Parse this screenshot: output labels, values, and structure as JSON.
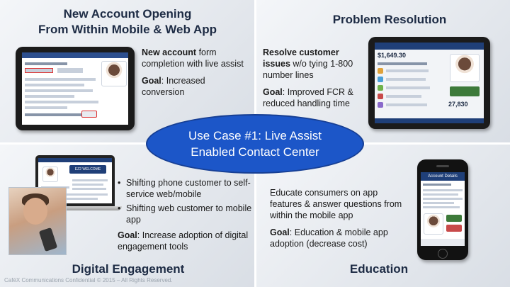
{
  "center": {
    "line1": "Use Case #1: Live Assist",
    "line2": "Enabled Contact Center"
  },
  "quadrants": {
    "new_account": {
      "title_line1": "New Account Opening",
      "title_line2": "From Within Mobile & Web App",
      "desc_bold": "New account",
      "desc_rest": " form completion with live assist",
      "goal_label": "Goal",
      "goal_text": ": Increased conversion"
    },
    "problem_resolution": {
      "title": "Problem Resolution",
      "desc_bold": "Resolve customer issues",
      "desc_rest": " w/o tying 1-800 number lines",
      "goal_label": "Goal",
      "goal_text": ": Improved FCR & reduced handling time",
      "screen_amount": "$1,649.30",
      "screen_count": "27,830"
    },
    "digital_engagement": {
      "title": "Digital Engagement",
      "bullets": [
        "Shifting phone customer to self-service web/mobile",
        "Shifting web customer to mobile app"
      ],
      "goal_label": "Goal",
      "goal_text": ": Increase adoption of digital engagement tools",
      "screen_banner": "EZ2 WELCOME"
    },
    "education": {
      "title": "Education",
      "desc": "Educate consumers on app features & answer questions from within the mobile app",
      "goal_label": "Goal",
      "goal_text": ": Education & mobile app adoption (decrease cost)",
      "screen_header": "Account Details"
    }
  },
  "footer": "CaféX Communications Confidential © 2015 – All Rights Reserved.",
  "colors": {
    "ellipse": "#1c56c8",
    "title": "#1d2b44",
    "tablet_bar": "#2d4f8e"
  }
}
